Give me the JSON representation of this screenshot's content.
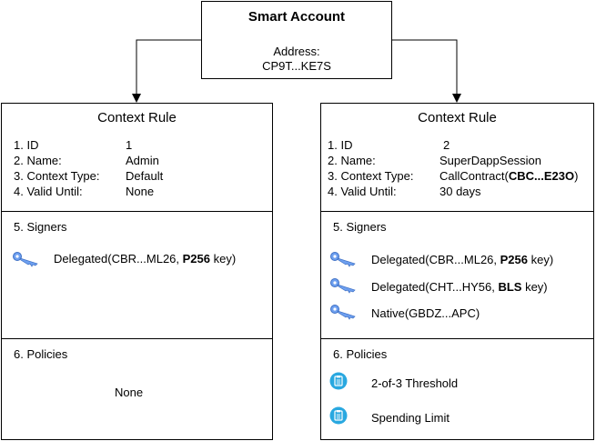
{
  "smart_account": {
    "title": "Smart Account",
    "address_label": "Address:",
    "address_value": "CP9T...KE7S"
  },
  "left_rule": {
    "title": "Context Rule",
    "fields": [
      {
        "label": "1. ID",
        "value": "1"
      },
      {
        "label": "2. Name:",
        "value": "Admin"
      },
      {
        "label": "3. Context Type:",
        "value": "Default"
      },
      {
        "label": "4. Valid Until:",
        "value": "None"
      }
    ],
    "signers_title": "5. Signers",
    "signers": [
      {
        "prefix": "Delegated(CBR...ML26, ",
        "bold": "P256",
        "suffix": " key)",
        "icon": "key-icon"
      }
    ],
    "policies_title": "6. Policies",
    "policies_empty": "None"
  },
  "right_rule": {
    "title": "Context Rule",
    "fields": [
      {
        "label": "1. ID",
        "value": "2"
      },
      {
        "label": "2. Name:",
        "value": "SuperDappSession"
      },
      {
        "label": "3. Context Type:",
        "value_prefix": "CallContract(",
        "value_bold": "CBC...E23O",
        "value_suffix": ")"
      },
      {
        "label": "4. Valid Until:",
        "value": "30 days"
      }
    ],
    "signers_title": "5. Signers",
    "signers": [
      {
        "prefix": "Delegated(CBR...ML26, ",
        "bold": "P256",
        "suffix": " key)",
        "icon": "key-icon"
      },
      {
        "prefix": "Delegated(CHT...HY56, ",
        "bold": "BLS",
        "suffix": " key)",
        "icon": "key-icon"
      },
      {
        "prefix": "Native(GBDZ...APC)",
        "bold": "",
        "suffix": "",
        "icon": "key-icon"
      }
    ],
    "policies_title": "6. Policies",
    "policies": [
      {
        "label": "2-of-3 Threshold",
        "icon": "clipboard-icon"
      },
      {
        "label": "Spending Limit",
        "icon": "clipboard-icon"
      }
    ]
  },
  "colors": {
    "key_icon": "#6ea0f0",
    "policy_icon": "#29a8e0"
  }
}
